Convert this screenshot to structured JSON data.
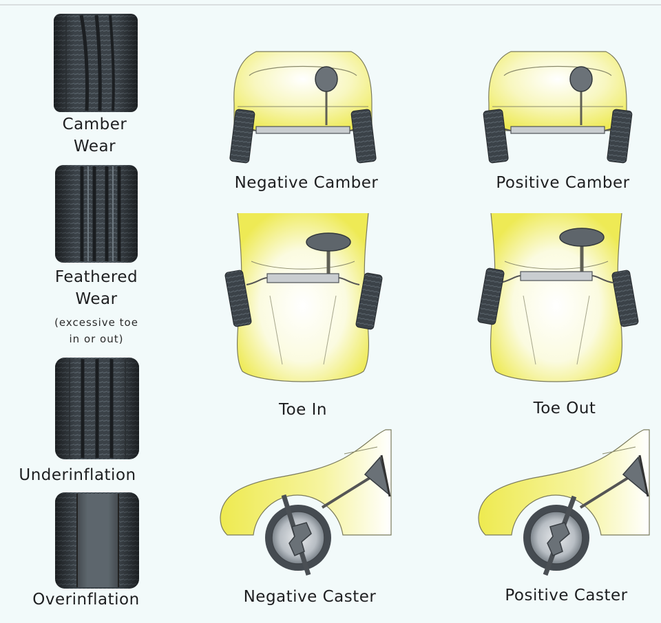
{
  "labels": {
    "camber_wear_1": "Camber",
    "camber_wear_2": "Wear",
    "feathered_1": "Feathered",
    "feathered_2": "Wear",
    "feathered_note_1": "(excessive toe",
    "feathered_note_2": "in or out)",
    "underinflation": "Underinflation",
    "overinflation": "Overinflation",
    "negative_camber": "Negative Camber",
    "positive_camber": "Positive Camber",
    "toe_in": "Toe In",
    "toe_out": "Toe Out",
    "negative_caster": "Negative Caster",
    "positive_caster": "Positive Caster"
  },
  "colors": {
    "body_yellow": "#f2f07a",
    "tire_dark": "#3a3f44",
    "line": "#6b6b55"
  }
}
